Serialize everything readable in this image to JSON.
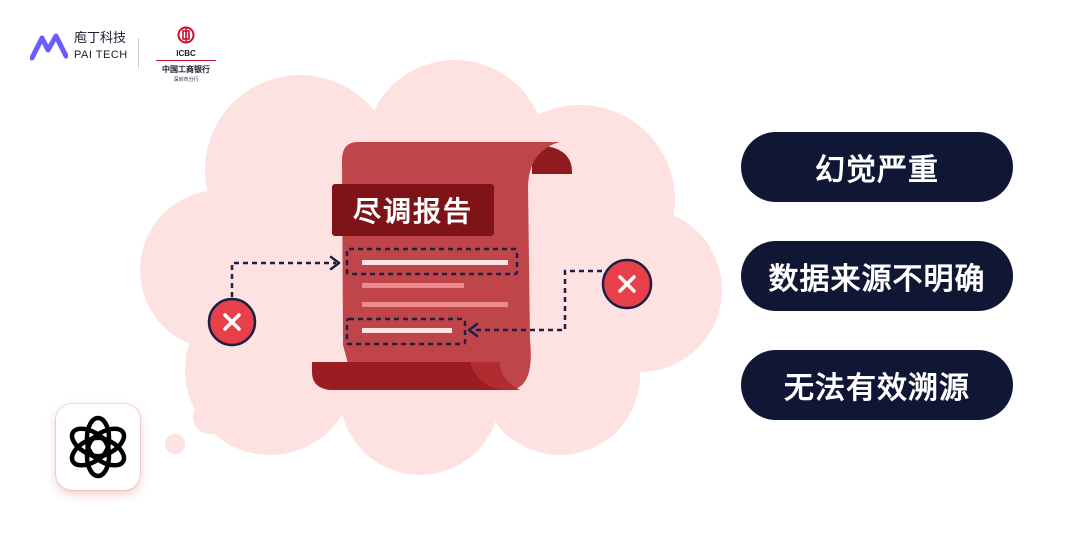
{
  "logos": {
    "pai_cn": "庖丁科技",
    "pai_en": "PAI TECH",
    "icbc_name": "ICBC",
    "icbc_cn": "中国工商银行",
    "icbc_branch": "深圳市分行"
  },
  "report": {
    "title": "尽调报告"
  },
  "issues": [
    {
      "label": "幻觉严重"
    },
    {
      "label": "数据来源不明确"
    },
    {
      "label": "无法有效溯源"
    }
  ],
  "icons": [
    "pai-tech-logo-icon",
    "icbc-logo-icon",
    "error-x-icon",
    "openai-logo-icon",
    "scroll-document-icon"
  ],
  "colors": {
    "cloud": "#fde2e1",
    "scroll": "#c0454a",
    "scroll_dark": "#8e1b20",
    "title_bg": "#7e1418",
    "error": "#e8404a",
    "pill_bg": "#101735",
    "dash": "#1c2144"
  }
}
